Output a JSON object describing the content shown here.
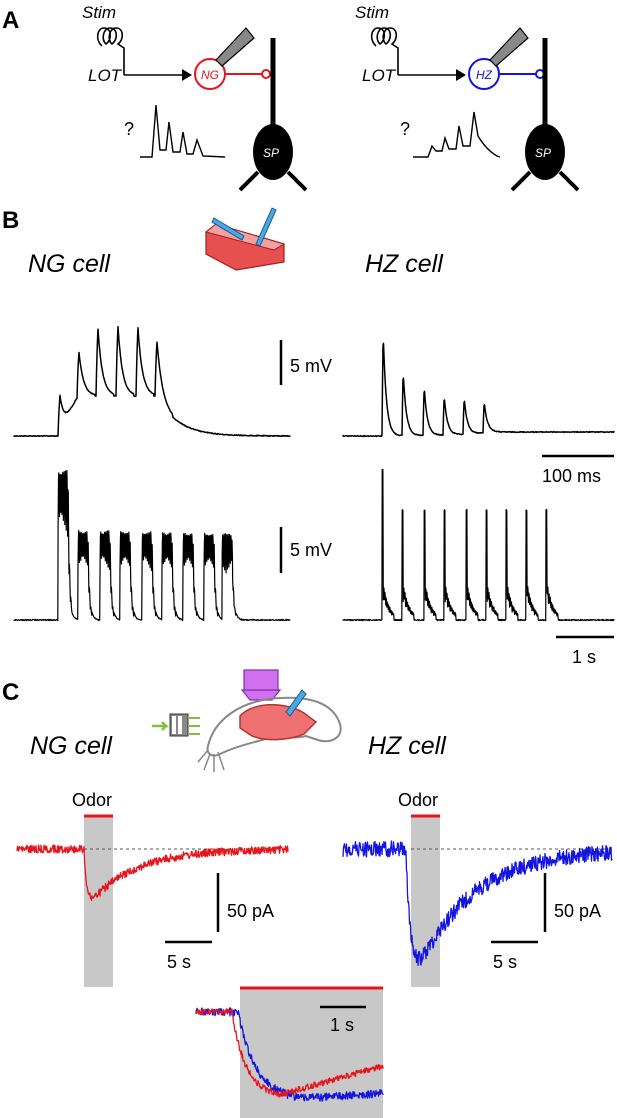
{
  "panels": {
    "a": {
      "letter": "A",
      "stim_label": "Stim",
      "lot_label": "LOT",
      "question": "?",
      "ng_label": "NG",
      "hz_label": "HZ",
      "sp_label": "SP"
    },
    "b": {
      "letter": "B",
      "ng_title": "NG cell",
      "hz_title": "HZ cell",
      "scale_mv_1": "5 mV",
      "scale_mv_2": "5 mV",
      "scale_ms": "100 ms",
      "scale_s": "1 s"
    },
    "c": {
      "letter": "C",
      "ng_title": "NG cell",
      "hz_title": "HZ cell",
      "odor_1": "Odor",
      "odor_2": "Odor",
      "scale_pa_1": "50 pA",
      "scale_pa_2": "50 pA",
      "scale_s_1": "5 s",
      "scale_s_2": "5 s",
      "scale_s_3": "1 s"
    }
  },
  "colors": {
    "ng": "#e8141b",
    "hz": "#1414e0",
    "stim_window": "#c8c8c8",
    "trace": "#000000"
  }
}
